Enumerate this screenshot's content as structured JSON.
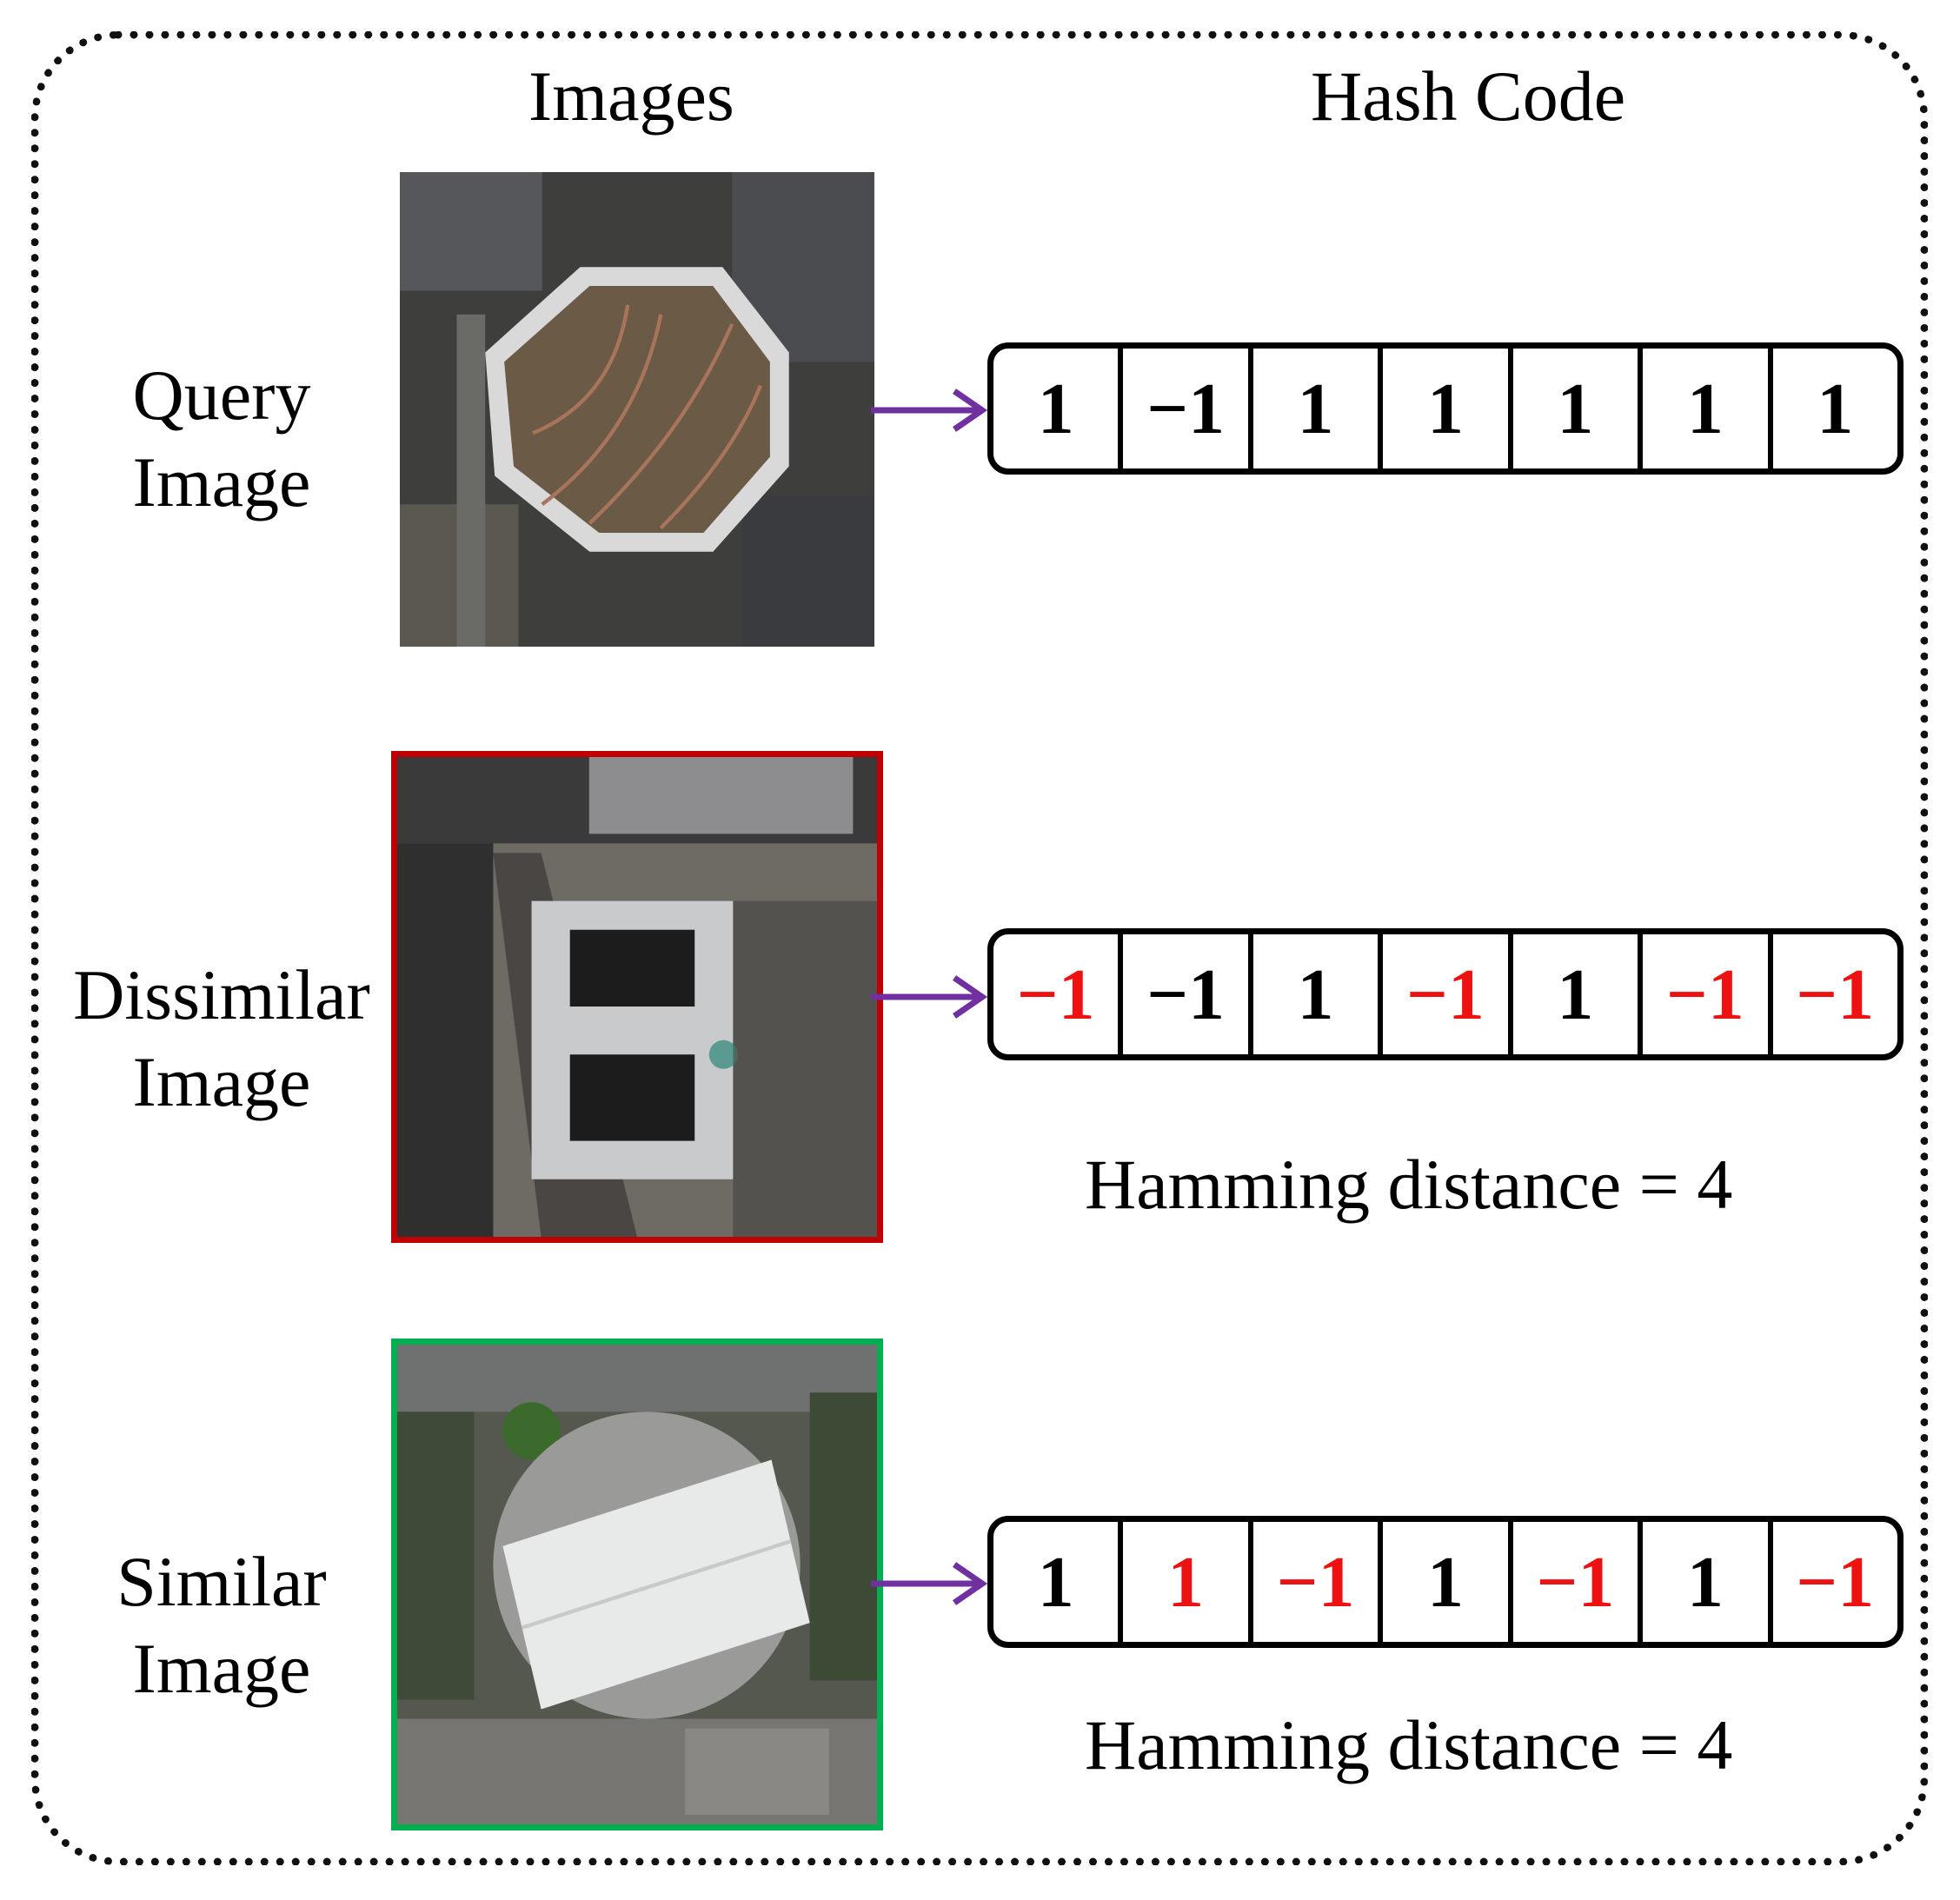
{
  "headers": {
    "images": "Images",
    "hash_code": "Hash Code"
  },
  "colors": {
    "arrow": "#7030a0",
    "mismatch": "#ee1111",
    "dissimilar_border": "#c00000",
    "similar_border": "#00b050"
  },
  "rows": [
    {
      "label_line1": "Query",
      "label_line2": "Image",
      "image_icon": "aerial-octagonal-green-roof",
      "hash": [
        {
          "v": "1",
          "color": "black"
        },
        {
          "v": "−1",
          "color": "black"
        },
        {
          "v": "1",
          "color": "black"
        },
        {
          "v": "1",
          "color": "black"
        },
        {
          "v": "1",
          "color": "black"
        },
        {
          "v": "1",
          "color": "black"
        },
        {
          "v": "1",
          "color": "black"
        }
      ]
    },
    {
      "label_line1": "Dissimilar",
      "label_line2": "Image",
      "image_icon": "aerial-palace-courtyard",
      "hash": [
        {
          "v": "−1",
          "color": "red"
        },
        {
          "v": "−1",
          "color": "black"
        },
        {
          "v": "1",
          "color": "black"
        },
        {
          "v": "−1",
          "color": "red"
        },
        {
          "v": "1",
          "color": "black"
        },
        {
          "v": "−1",
          "color": "red"
        },
        {
          "v": "−1",
          "color": "red"
        }
      ],
      "distance_text": "Hamming distance = 4"
    },
    {
      "label_line1": "Similar",
      "label_line2": "Image",
      "image_icon": "aerial-round-stadium",
      "hash": [
        {
          "v": "1",
          "color": "black"
        },
        {
          "v": "1",
          "color": "red"
        },
        {
          "v": "−1",
          "color": "red"
        },
        {
          "v": "1",
          "color": "black"
        },
        {
          "v": "−1",
          "color": "red"
        },
        {
          "v": "1",
          "color": "black"
        },
        {
          "v": "−1",
          "color": "red"
        }
      ],
      "distance_text": "Hamming distance = 4"
    }
  ]
}
